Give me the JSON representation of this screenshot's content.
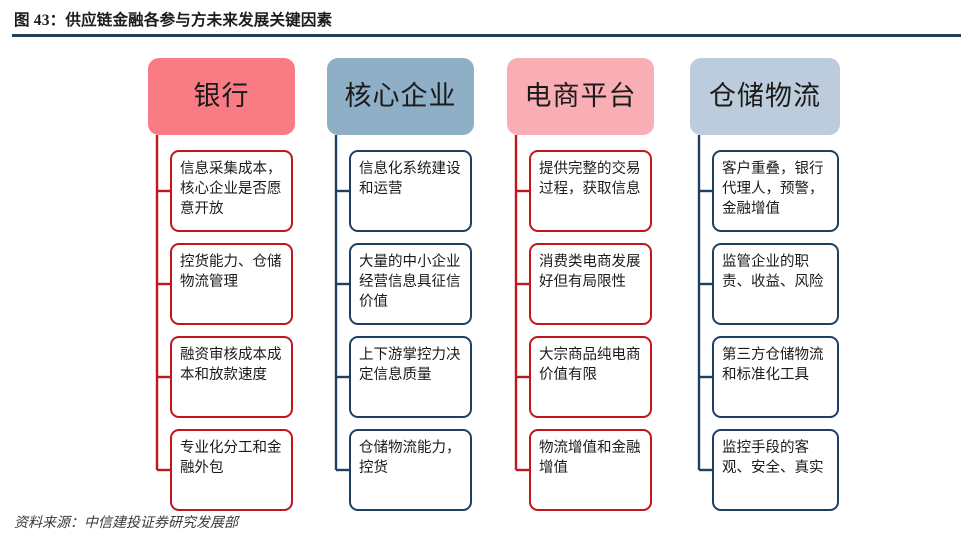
{
  "figure": {
    "label": "图 43：",
    "title": "图 43：供应链金融各参与方未来发展关键因素",
    "rule_color": "#1f4257"
  },
  "source": {
    "text": "资料来源：中信建投证券研究发展部"
  },
  "diagram": {
    "type": "four-column-tree",
    "columns": [
      {
        "id": "bank",
        "header": {
          "label": "银行",
          "fill": "#F97B83",
          "text_color": "#1b1b1b"
        },
        "accent": "#C0161C",
        "connector_color": "#C0161C",
        "nodes": [
          {
            "text": "信息采集成本，核心企业是否愿意开放",
            "border": "#C0161C"
          },
          {
            "text": "控货能力、仓储物流管理",
            "border": "#C0161C"
          },
          {
            "text": "融资审核成本成本和放款速度",
            "border": "#C0161C"
          },
          {
            "text": "专业化分工和金融外包",
            "border": "#C0161C"
          }
        ]
      },
      {
        "id": "core-enterprise",
        "header": {
          "label": "核心企业",
          "fill": "#8FAFC6",
          "text_color": "#1b1b1b"
        },
        "accent": "#1F3F63",
        "connector_color": "#1F3F63",
        "nodes": [
          {
            "text": "信息化系统建设和运营",
            "border": "#1F3F63"
          },
          {
            "text": "大量的中小企业经营信息具征信价值",
            "border": "#1F3F63"
          },
          {
            "text": "上下游掌控力决定信息质量",
            "border": "#1F3F63"
          },
          {
            "text": "仓储物流能力，控货",
            "border": "#1F3F63"
          }
        ]
      },
      {
        "id": "ecommerce-platform",
        "header": {
          "label": "电商平台",
          "fill": "#F9AEB5",
          "text_color": "#1b1b1b"
        },
        "accent": "#C0161C",
        "connector_color": "#C0161C",
        "nodes": [
          {
            "text": "提供完整的交易过程，获取信息",
            "border": "#C0161C"
          },
          {
            "text": "消费类电商发展好但有局限性",
            "border": "#C0161C"
          },
          {
            "text": "大宗商品纯电商价值有限",
            "border": "#C0161C"
          },
          {
            "text": "物流增值和金融增值",
            "border": "#C0161C"
          }
        ]
      },
      {
        "id": "warehousing-logistics",
        "header": {
          "label": "仓储物流",
          "fill": "#BCCCDC",
          "text_color": "#1b1b1b"
        },
        "accent": "#1F3F63",
        "connector_color": "#1F3F63",
        "nodes": [
          {
            "text": "客户重叠，银行代理人，预警，金融增值",
            "border": "#1F3F63"
          },
          {
            "text": "监管企业的职责、收益、风险",
            "border": "#1F3F63"
          },
          {
            "text": "第三方仓储物流和标准化工具",
            "border": "#1F3F63"
          },
          {
            "text": "监控手段的客观、安全、真实",
            "border": "#1F3F63"
          }
        ]
      }
    ]
  }
}
